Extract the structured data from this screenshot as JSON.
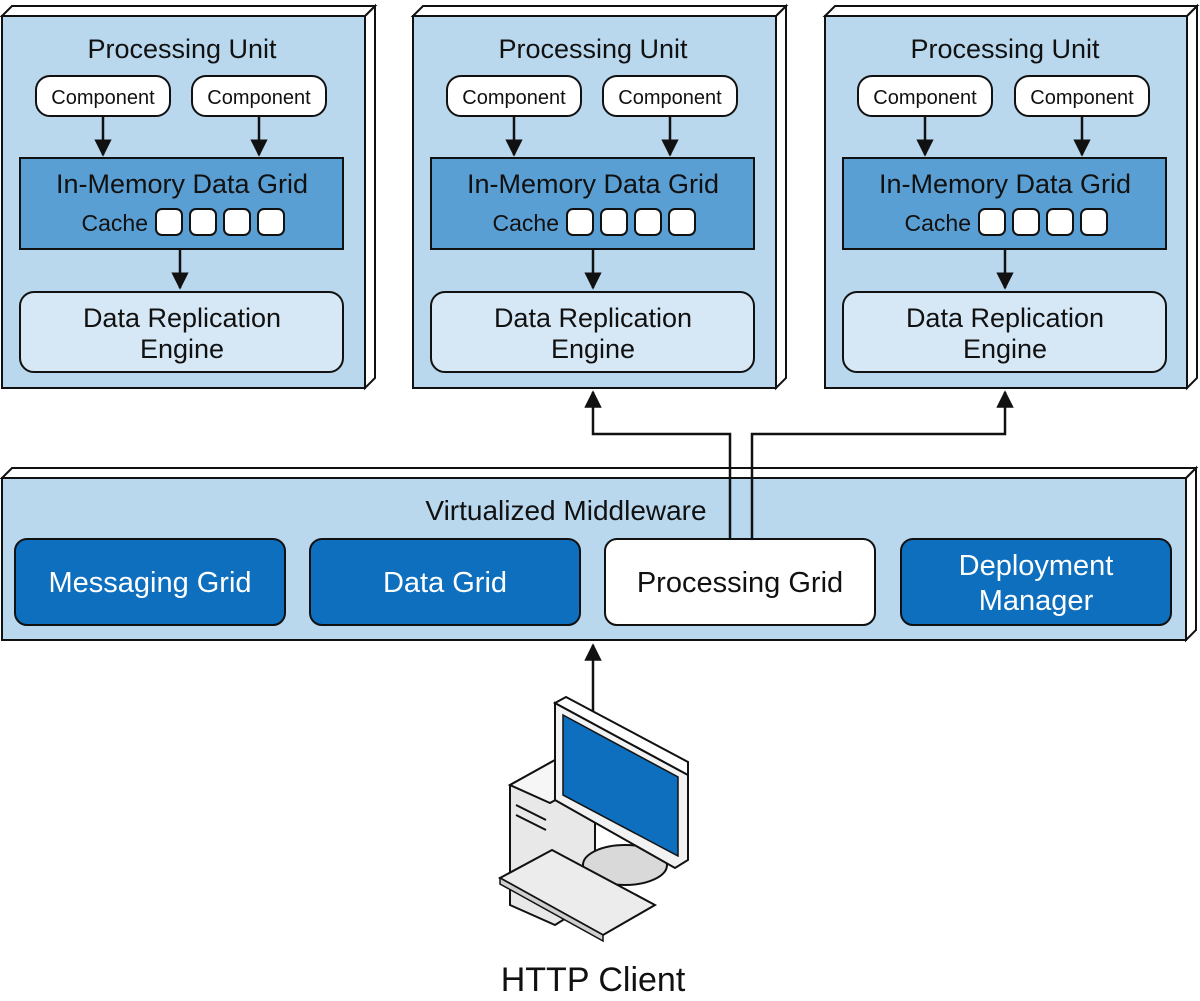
{
  "processing_units": [
    {
      "title": "Processing Unit",
      "components": [
        "Component",
        "Component"
      ],
      "data_grid": {
        "title": "In-Memory Data Grid",
        "cache_label": "Cache"
      },
      "replication_engine": [
        "Data Replication",
        "Engine"
      ]
    },
    {
      "title": "Processing Unit",
      "components": [
        "Component",
        "Component"
      ],
      "data_grid": {
        "title": "In-Memory Data Grid",
        "cache_label": "Cache"
      },
      "replication_engine": [
        "Data Replication",
        "Engine"
      ]
    },
    {
      "title": "Processing Unit",
      "components": [
        "Component",
        "Component"
      ],
      "data_grid": {
        "title": "In-Memory Data Grid",
        "cache_label": "Cache"
      },
      "replication_engine": [
        "Data Replication",
        "Engine"
      ]
    }
  ],
  "middleware": {
    "title": "Virtualized Middleware",
    "messaging_grid": "Messaging Grid",
    "data_grid": "Data Grid",
    "processing_grid": "Processing Grid",
    "deployment_manager": [
      "Deployment",
      "Manager"
    ]
  },
  "client": {
    "label": "HTTP Client"
  },
  "colors": {
    "light_blue": "#b9d8ee",
    "pale_blue": "#d6e8f5",
    "mid_blue": "#5a9fd3",
    "dark_blue": "#0d6fbd",
    "outline": "#111111"
  }
}
